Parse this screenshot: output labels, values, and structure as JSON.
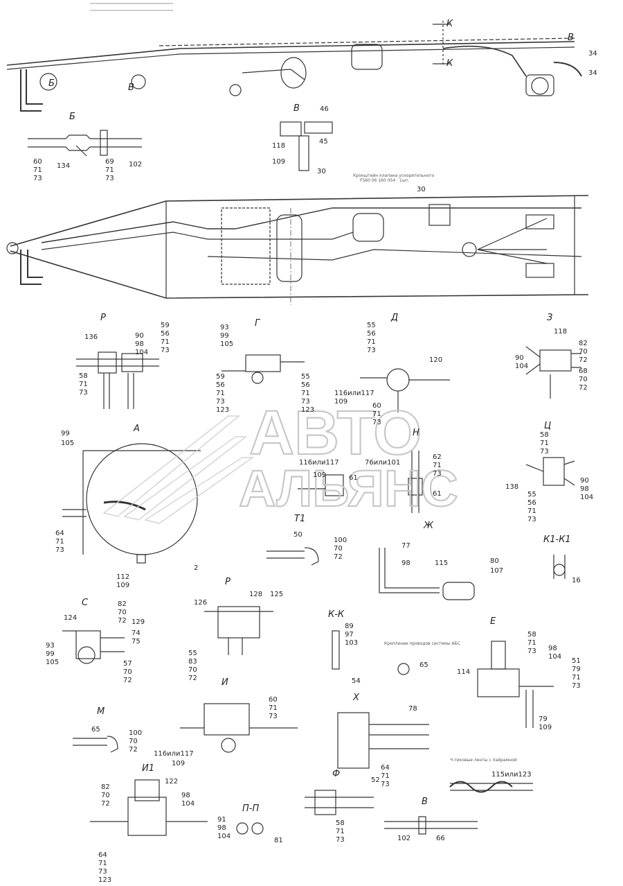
{
  "watermark": {
    "line1": "АВТО",
    "line2": "АЛЬЯНС"
  },
  "view_labels": [
    {
      "id": "b_top",
      "text": "Б"
    },
    {
      "id": "v_side",
      "text": "В"
    },
    {
      "id": "vn",
      "text": "В"
    },
    {
      "id": "k_top",
      "text": "К"
    },
    {
      "id": "k_bot",
      "text": "К"
    },
    {
      "id": "b_det",
      "text": "Б"
    },
    {
      "id": "vd",
      "text": "В"
    },
    {
      "id": "r",
      "text": "Р"
    },
    {
      "id": "g",
      "text": "Г"
    },
    {
      "id": "d",
      "text": "Д"
    },
    {
      "id": "z",
      "text": "З"
    },
    {
      "id": "a",
      "text": "А"
    },
    {
      "id": "n",
      "text": "Н"
    },
    {
      "id": "ts",
      "text": "Ц"
    },
    {
      "id": "t1",
      "text": "Т1"
    },
    {
      "id": "zh",
      "text": "Ж"
    },
    {
      "id": "k1",
      "text": "К1-К1"
    },
    {
      "id": "s",
      "text": "С"
    },
    {
      "id": "r2",
      "text": "Р"
    },
    {
      "id": "kk",
      "text": "К-К"
    },
    {
      "id": "e",
      "text": "Е"
    },
    {
      "id": "m",
      "text": "М"
    },
    {
      "id": "i",
      "text": "И"
    },
    {
      "id": "x",
      "text": "Х"
    },
    {
      "id": "i1",
      "text": "И1"
    },
    {
      "id": "f",
      "text": "Ф"
    },
    {
      "id": "pp",
      "text": "П-П"
    },
    {
      "id": "v2",
      "text": "В"
    }
  ],
  "part_numbers": [
    {
      "id": "p34a",
      "text": "34"
    },
    {
      "id": "p34b",
      "text": "34"
    },
    {
      "id": "p46",
      "text": "46"
    },
    {
      "id": "p45",
      "text": "45"
    },
    {
      "id": "p118a",
      "text": "118"
    },
    {
      "id": "p109a",
      "text": "109"
    },
    {
      "id": "p30a",
      "text": "30"
    },
    {
      "id": "p60a",
      "text": "60"
    },
    {
      "id": "p71a",
      "text": "71"
    },
    {
      "id": "p73a",
      "text": "73"
    },
    {
      "id": "p134",
      "text": "134"
    },
    {
      "id": "p69",
      "text": "69"
    },
    {
      "id": "p71b",
      "text": "71"
    },
    {
      "id": "p73b",
      "text": "73"
    },
    {
      "id": "p102a",
      "text": "102"
    },
    {
      "id": "p30b",
      "text": "30"
    },
    {
      "id": "p136a",
      "text": "136"
    },
    {
      "id": "p90a",
      "text": "90"
    },
    {
      "id": "p98a",
      "text": "98"
    },
    {
      "id": "p104a",
      "text": "104"
    },
    {
      "id": "p59a",
      "text": "59"
    },
    {
      "id": "p56a",
      "text": "56"
    },
    {
      "id": "p71c",
      "text": "71"
    },
    {
      "id": "p73c",
      "text": "73"
    },
    {
      "id": "p58a",
      "text": "58"
    },
    {
      "id": "p71d",
      "text": "71"
    },
    {
      "id": "p73d",
      "text": "73"
    },
    {
      "id": "p93a",
      "text": "93"
    },
    {
      "id": "p99a",
      "text": "99"
    },
    {
      "id": "p105a",
      "text": "105"
    },
    {
      "id": "p59b",
      "text": "59"
    },
    {
      "id": "p56b",
      "text": "56"
    },
    {
      "id": "p71e",
      "text": "71"
    },
    {
      "id": "p73e",
      "text": "73"
    },
    {
      "id": "p123a",
      "text": "123"
    },
    {
      "id": "p55a",
      "text": "55"
    },
    {
      "id": "p56c",
      "text": "56"
    },
    {
      "id": "p71f",
      "text": "71"
    },
    {
      "id": "p73f",
      "text": "73"
    },
    {
      "id": "p123b",
      "text": "123"
    },
    {
      "id": "p55b",
      "text": "55"
    },
    {
      "id": "p56d",
      "text": "56"
    },
    {
      "id": "p71g",
      "text": "71"
    },
    {
      "id": "p73g",
      "text": "73"
    },
    {
      "id": "p120",
      "text": "120"
    },
    {
      "id": "p116a",
      "text": "116или117"
    },
    {
      "id": "p109b",
      "text": "109"
    },
    {
      "id": "p60b",
      "text": "60"
    },
    {
      "id": "p71h",
      "text": "71"
    },
    {
      "id": "p73h",
      "text": "73"
    },
    {
      "id": "p118b",
      "text": "118"
    },
    {
      "id": "p82a",
      "text": "82"
    },
    {
      "id": "p70a",
      "text": "70"
    },
    {
      "id": "p72a",
      "text": "72"
    },
    {
      "id": "p90b",
      "text": "90"
    },
    {
      "id": "p104b",
      "text": "104"
    },
    {
      "id": "p68",
      "text": "68"
    },
    {
      "id": "p70b",
      "text": "70"
    },
    {
      "id": "p72b",
      "text": "72"
    },
    {
      "id": "p99b",
      "text": "99"
    },
    {
      "id": "p105b",
      "text": "105"
    },
    {
      "id": "p64a",
      "text": "64"
    },
    {
      "id": "p71i",
      "text": "71"
    },
    {
      "id": "p73i",
      "text": "73"
    },
    {
      "id": "p2",
      "text": "2"
    },
    {
      "id": "p112",
      "text": "112"
    },
    {
      "id": "p109c",
      "text": "109"
    },
    {
      "id": "p116b",
      "text": "116или117"
    },
    {
      "id": "p109d",
      "text": "109"
    },
    {
      "id": "p61a",
      "text": "61"
    },
    {
      "id": "p76",
      "text": "76или101"
    },
    {
      "id": "p62",
      "text": "62"
    },
    {
      "id": "p71j",
      "text": "71"
    },
    {
      "id": "p73j",
      "text": "73"
    },
    {
      "id": "p61b",
      "text": "61"
    },
    {
      "id": "p58b",
      "text": "58"
    },
    {
      "id": "p71k",
      "text": "71"
    },
    {
      "id": "p73k",
      "text": "73"
    },
    {
      "id": "p138",
      "text": "138"
    },
    {
      "id": "p55c",
      "text": "55"
    },
    {
      "id": "p56e",
      "text": "56"
    },
    {
      "id": "p71l",
      "text": "71"
    },
    {
      "id": "p73l",
      "text": "73"
    },
    {
      "id": "p90c",
      "text": "90"
    },
    {
      "id": "p98b",
      "text": "98"
    },
    {
      "id": "p104c",
      "text": "104"
    },
    {
      "id": "p50",
      "text": "50"
    },
    {
      "id": "p100a",
      "text": "100"
    },
    {
      "id": "p70c",
      "text": "70"
    },
    {
      "id": "p72c",
      "text": "72"
    },
    {
      "id": "p77",
      "text": "77"
    },
    {
      "id": "p98c",
      "text": "98"
    },
    {
      "id": "p115",
      "text": "115"
    },
    {
      "id": "p80",
      "text": "80"
    },
    {
      "id": "p107",
      "text": "107"
    },
    {
      "id": "p16",
      "text": "16"
    },
    {
      "id": "p124",
      "text": "124"
    },
    {
      "id": "p82b",
      "text": "82"
    },
    {
      "id": "p70d",
      "text": "70"
    },
    {
      "id": "p72d",
      "text": "72"
    },
    {
      "id": "p129",
      "text": "129"
    },
    {
      "id": "p74",
      "text": "74"
    },
    {
      "id": "p75",
      "text": "75"
    },
    {
      "id": "p93b",
      "text": "93"
    },
    {
      "id": "p99c",
      "text": "99"
    },
    {
      "id": "p105c",
      "text": "105"
    },
    {
      "id": "p57",
      "text": "57"
    },
    {
      "id": "p70e",
      "text": "70"
    },
    {
      "id": "p72e",
      "text": "72"
    },
    {
      "id": "p126",
      "text": "126"
    },
    {
      "id": "p128",
      "text": "128"
    },
    {
      "id": "p125",
      "text": "125"
    },
    {
      "id": "p55d",
      "text": "55"
    },
    {
      "id": "p83",
      "text": "83"
    },
    {
      "id": "p70f",
      "text": "70"
    },
    {
      "id": "p72f",
      "text": "72"
    },
    {
      "id": "p89",
      "text": "89"
    },
    {
      "id": "p97",
      "text": "97"
    },
    {
      "id": "p103",
      "text": "103"
    },
    {
      "id": "p54",
      "text": "54"
    },
    {
      "id": "p65a",
      "text": "65"
    },
    {
      "id": "p58c",
      "text": "58"
    },
    {
      "id": "p71m",
      "text": "71"
    },
    {
      "id": "p73m",
      "text": "73"
    },
    {
      "id": "p98d",
      "text": "98"
    },
    {
      "id": "p104d",
      "text": "104"
    },
    {
      "id": "p114",
      "text": "114"
    },
    {
      "id": "p51",
      "text": "51"
    },
    {
      "id": "p79a",
      "text": "79"
    },
    {
      "id": "p71n",
      "text": "71"
    },
    {
      "id": "p73n",
      "text": "73"
    },
    {
      "id": "p79b",
      "text": "79"
    },
    {
      "id": "p109e",
      "text": "109"
    },
    {
      "id": "p65b",
      "text": "65"
    },
    {
      "id": "p100b",
      "text": "100"
    },
    {
      "id": "p70g",
      "text": "70"
    },
    {
      "id": "p72g",
      "text": "72"
    },
    {
      "id": "p60c",
      "text": "60"
    },
    {
      "id": "p71o",
      "text": "71"
    },
    {
      "id": "p73o",
      "text": "73"
    },
    {
      "id": "p116c",
      "text": "116или117"
    },
    {
      "id": "p109f",
      "text": "109"
    },
    {
      "id": "p78",
      "text": "78"
    },
    {
      "id": "p64b",
      "text": "64"
    },
    {
      "id": "p71p",
      "text": "71"
    },
    {
      "id": "p73p",
      "text": "73"
    },
    {
      "id": "p115b",
      "text": "115или123"
    },
    {
      "id": "p82c",
      "text": "82"
    },
    {
      "id": "p70h",
      "text": "70"
    },
    {
      "id": "p72h",
      "text": "72"
    },
    {
      "id": "p122",
      "text": "122"
    },
    {
      "id": "p98e",
      "text": "98"
    },
    {
      "id": "p104e",
      "text": "104"
    },
    {
      "id": "p64c",
      "text": "64"
    },
    {
      "id": "p71q",
      "text": "71"
    },
    {
      "id": "p73q",
      "text": "73"
    },
    {
      "id": "p123c",
      "text": "123"
    },
    {
      "id": "p91",
      "text": "91"
    },
    {
      "id": "p98f",
      "text": "98"
    },
    {
      "id": "p104f",
      "text": "104"
    },
    {
      "id": "p81",
      "text": "81"
    },
    {
      "id": "p52",
      "text": "52"
    },
    {
      "id": "p58d",
      "text": "58"
    },
    {
      "id": "p71r",
      "text": "71"
    },
    {
      "id": "p73r",
      "text": "73"
    },
    {
      "id": "p102b",
      "text": "102"
    },
    {
      "id": "p66",
      "text": "66"
    }
  ],
  "captions": {
    "bracket": "Кронштейн клапана ускорительного",
    "bracket_sub": "F560 06 160 054 · 1шт.",
    "abs_mount": "Крепление проводов системы АБС",
    "spiral_note": "Ч-тиковые ленты с пайрамной"
  }
}
